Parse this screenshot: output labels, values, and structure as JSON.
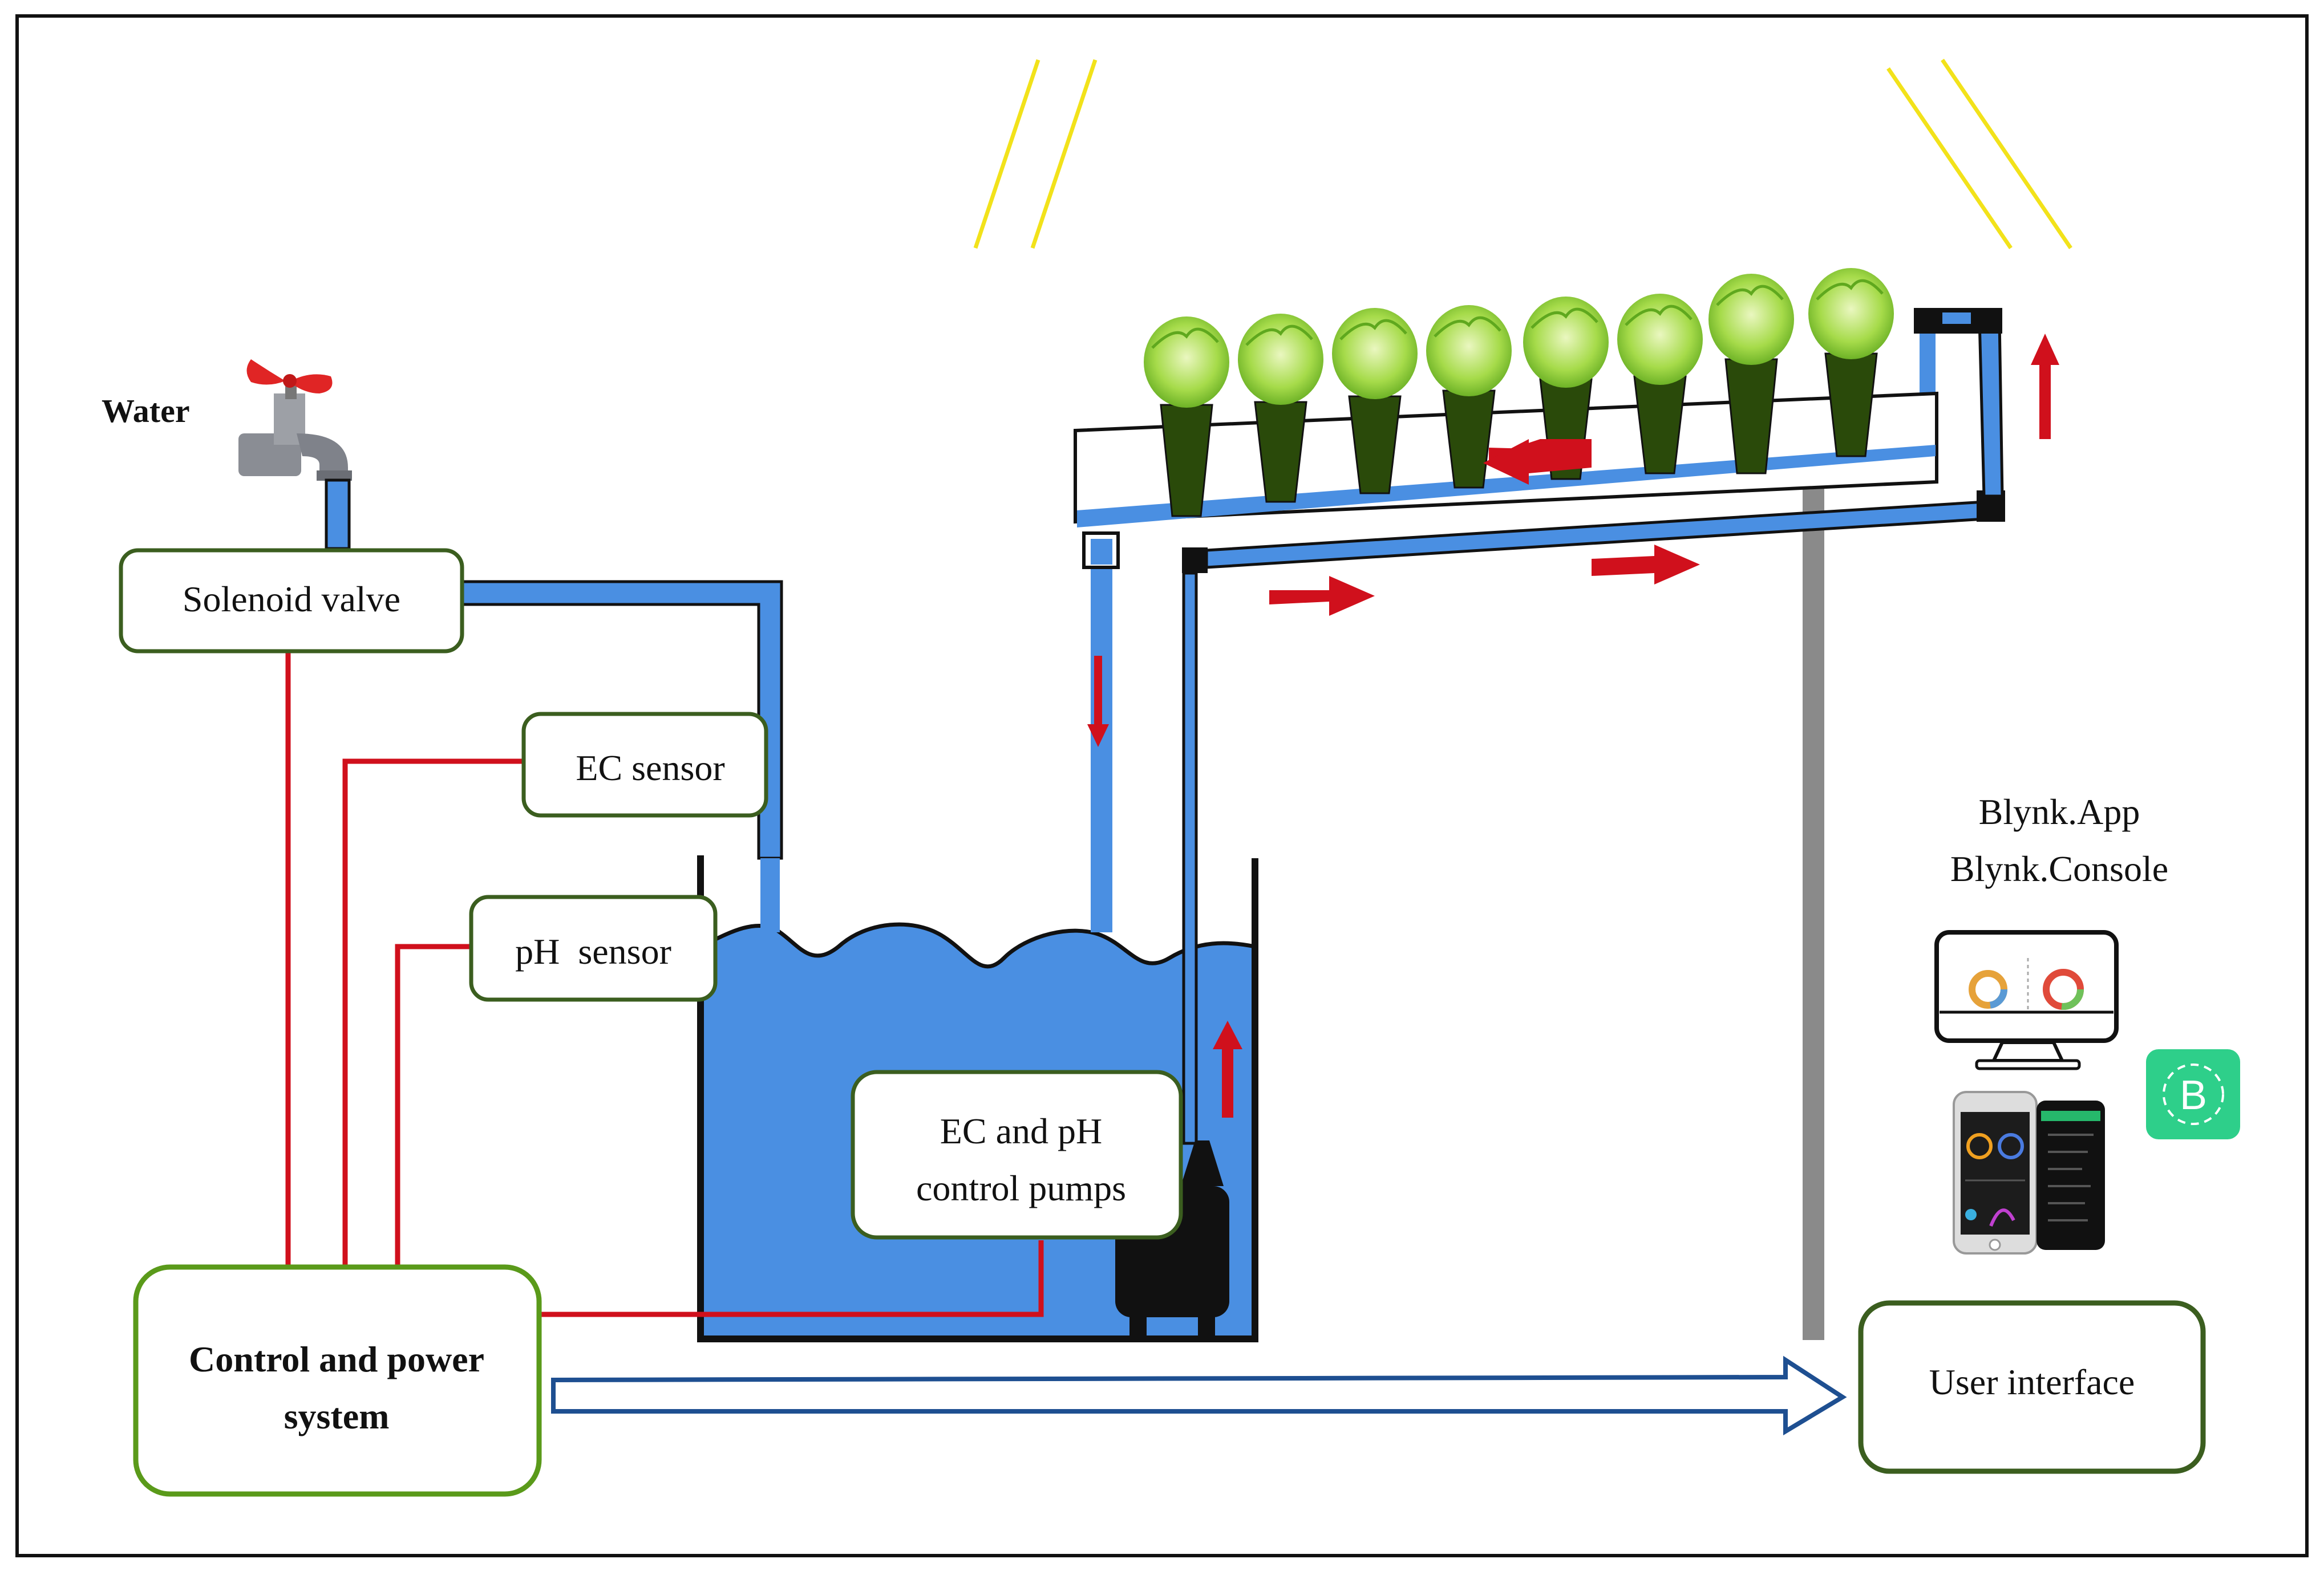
{
  "water": {
    "label": "Water"
  },
  "boxes": {
    "solenoid": "Solenoid valve",
    "ec_sensor": "EC sensor",
    "ph_sensor": "pH  sensor",
    "pumps_line1": "EC and pH",
    "pumps_line2": "control pumps",
    "control_line1": "Control and power",
    "control_line2": "system",
    "user_interface": "User interface"
  },
  "blynk": {
    "line1": "Blynk.App",
    "line2": "Blynk.Console",
    "logo_letter": "B"
  },
  "colors": {
    "pipe": "#4a8fe2",
    "water": "#4a8fe2",
    "wire": "#d0101c",
    "arrow_red": "#d0101c",
    "box_border_dark": "#3b5e1f",
    "box_border_green": "#5a9a1a",
    "blue_arrow": "#1e4f91",
    "sun_rays": "#f2e21a",
    "plant_cup": "#2a4a0a",
    "lettuce": "#8ccf3a",
    "pole": "#8a8a8a",
    "blynk_logo": "#2ecf8a"
  },
  "icons": {
    "faucet": "faucet-icon",
    "pump": "submersible-pump-icon",
    "monitor": "monitor-icon",
    "phone": "smartphone-icon",
    "blynk": "blynk-logo-icon",
    "lettuce": "lettuce-icon"
  }
}
